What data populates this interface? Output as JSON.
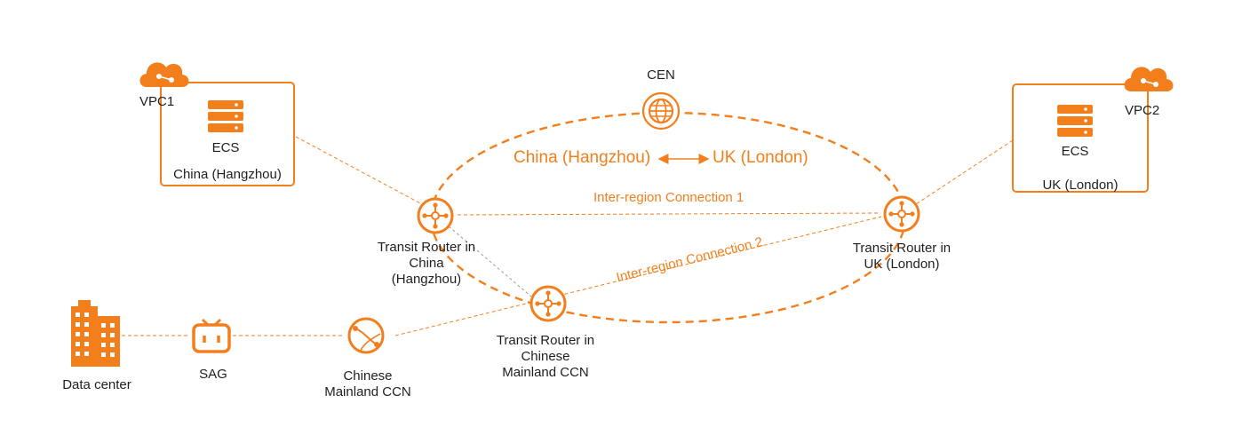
{
  "colors": {
    "accent": "#f27f1c",
    "text": "#1f1f1f",
    "muted": "#9a9a9a"
  },
  "cen": {
    "label": "CEN",
    "icon": "globe-icon"
  },
  "route": {
    "from": "China (Hangzhou)",
    "to": "UK (London)",
    "icon": "double-arrow-icon"
  },
  "vpc1": {
    "label": "VPC1",
    "region": "China (Hangzhou)",
    "server": "ECS",
    "icon": "cloud-icon"
  },
  "vpc2": {
    "label": "VPC2",
    "region": "UK (London)",
    "server": "ECS",
    "icon": "cloud-icon"
  },
  "connections": {
    "first": "Inter-region Connection 1",
    "second": "Inter-region Connection 2"
  },
  "routers": {
    "hangzhou": "Transit Router in\nChina\n(Hangzhou)",
    "london": "Transit Router in\nUK (London)",
    "ccn": "Transit Router in\nChinese\nMainland CCN"
  },
  "datacenter": {
    "label": "Data center",
    "icon": "building-icon"
  },
  "sag": {
    "label": "SAG",
    "icon": "sag-device-icon"
  },
  "ccn": {
    "label": "Chinese\nMainland CCN",
    "icon": "ccn-globe-icon"
  }
}
